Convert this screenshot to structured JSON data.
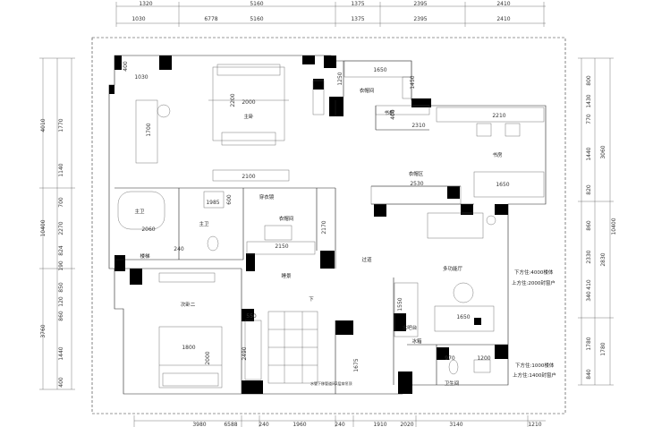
{
  "top_dims_row1": [
    "1320",
    "5160",
    "1375",
    "2395",
    "2410"
  ],
  "top_dims_row2": [
    "1030",
    "6778",
    "5160",
    "1375",
    "2395",
    "2410"
  ],
  "bottom_dims": [
    "3980",
    "6588",
    "240",
    "1960",
    "240",
    "1910",
    "2020",
    "3140",
    "1210"
  ],
  "left_outer_dims": [
    "4010",
    "10400",
    "3760"
  ],
  "left_inner_dims": [
    "1770",
    "1140",
    "700",
    "2270",
    "824",
    "190",
    "850",
    "120",
    "860",
    "1440",
    "400"
  ],
  "right_inner_dims": [
    "800",
    "1430",
    "770",
    "1440",
    "820",
    "860",
    "2330",
    "340",
    "410",
    "1780",
    "840"
  ],
  "right_outer_dims": [
    "10400",
    "3060",
    "2830",
    "1780"
  ],
  "rooms": {
    "master_bedroom": "主卧",
    "walk_in_closet_top": "衣帽间",
    "study": "书房",
    "closet_area": "衣帽区",
    "master_bath": "主卫",
    "bathroom": "主卫",
    "walk_in_closet": "衣帽间",
    "wardrobe_label": "穿衣镜",
    "corridor": "过道",
    "aisle": "睡景",
    "second_bedroom": "次卧二",
    "multi_hall": "多功能厅",
    "water_bar": "水吧台",
    "fridge": "冰箱",
    "toilet": "卫生间",
    "down": "下",
    "bookcase": "书柜",
    "stair_cab": "楼梯"
  },
  "inner_dims": {
    "d1650_top": "1650",
    "d400": "400",
    "d1030": "1030",
    "d2200": "2200",
    "d2000": "2000",
    "d1700": "1700",
    "d1250": "1250",
    "d1450": "1450",
    "d400b": "400",
    "d2310": "2310",
    "d2210": "2210",
    "d2100": "2100",
    "d1985": "1985",
    "d600": "600",
    "d2530": "2530",
    "d1650_study": "1650",
    "d2060": "2060",
    "d2150": "2150",
    "d2170": "2170",
    "d240": "240",
    "d1800": "1800",
    "d2000b": "2000",
    "d550": "550",
    "d2490": "2490",
    "d1550": "1550",
    "d1650_sofa": "1650",
    "d970": "970",
    "d1200": "1200",
    "d1675": "1675"
  },
  "notes": {
    "n1": "下方住:4000楼体",
    "n2": "上方住:2000封窗户",
    "n3": "下方住:1000楼体",
    "n4": "上方住:1400封窗户",
    "n5": "水管下移管道间2层穿吊顶"
  }
}
